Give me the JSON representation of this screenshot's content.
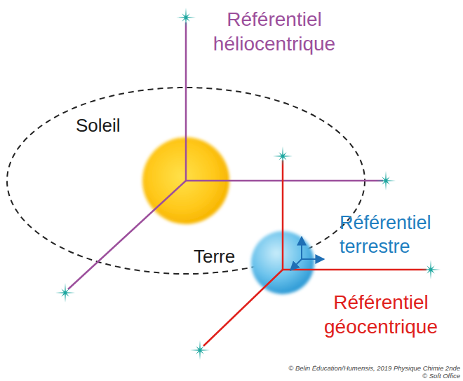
{
  "diagram": {
    "labels": [
      "Référentiel héliocentrique",
      "Soleil",
      "Terre",
      "Référentiel terrestre",
      "Référentiel géocentrique",
      "© Belin Éducation/Humensis, 2019 Physique Chimie 2nde",
      "© Soft Office"
    ]
  }
}
